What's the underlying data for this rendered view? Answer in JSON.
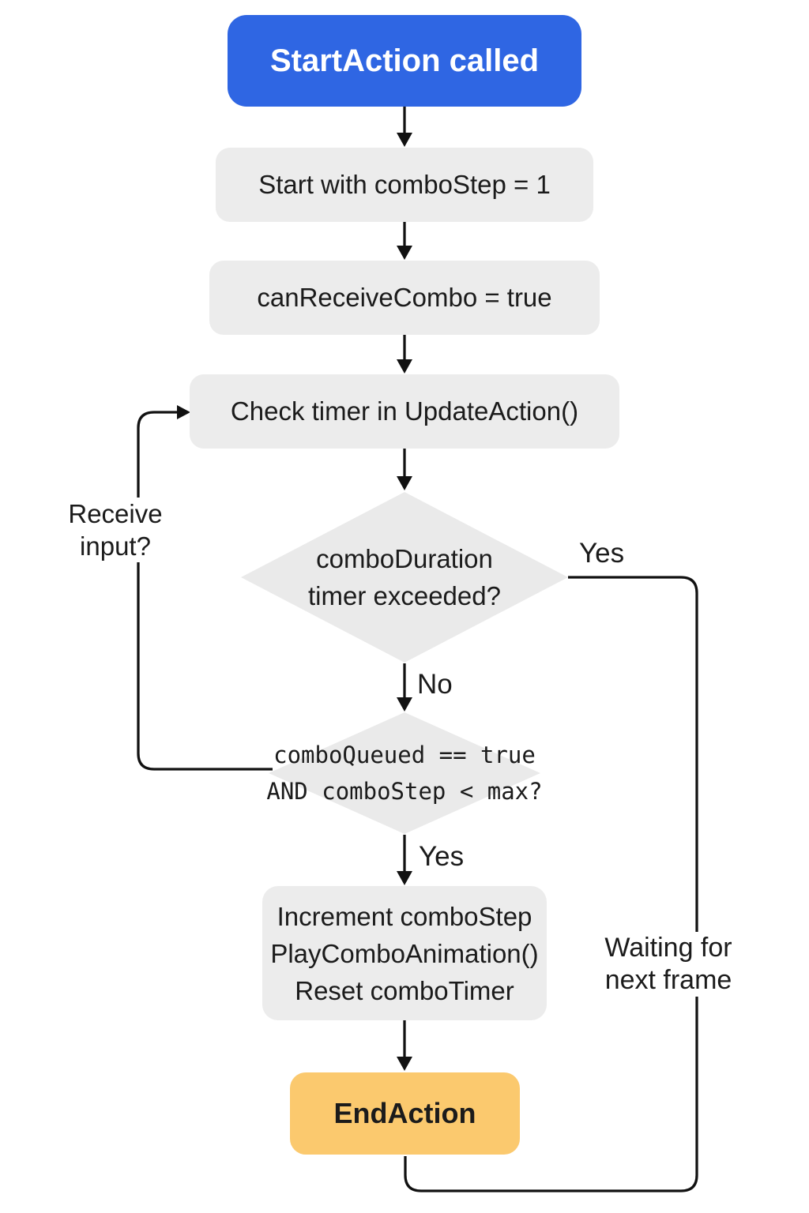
{
  "diagram": {
    "nodes": {
      "start": {
        "label": "StartAction called"
      },
      "init_step": {
        "label": "Start with comboStep = 1"
      },
      "can_receive": {
        "label": "canReceiveCombo = true"
      },
      "check_timer": {
        "label": "Check timer in UpdateAction()"
      },
      "timer_decision": {
        "label": "comboDuration\ntimer exceeded?"
      },
      "queue_decision": {
        "label": "comboQueued == true\nAND comboStep < max?"
      },
      "advance_combo": {
        "label": "Increment comboStep\nPlayComboAnimation()\nReset comboTimer"
      },
      "end": {
        "label": "EndAction"
      }
    },
    "edge_labels": {
      "timer_yes": "Yes",
      "timer_no": "No",
      "queue_yes": "Yes",
      "receive_input": "Receive\ninput?",
      "waiting": "Waiting for\nnext frame"
    },
    "colors": {
      "start_bg": "#2f66e3",
      "process_bg": "#ececec",
      "decision_bg": "#eaeaea",
      "end_bg": "#fbc96e",
      "line": "#111111",
      "text": "#1b1b1b",
      "start_text": "#ffffff"
    }
  }
}
